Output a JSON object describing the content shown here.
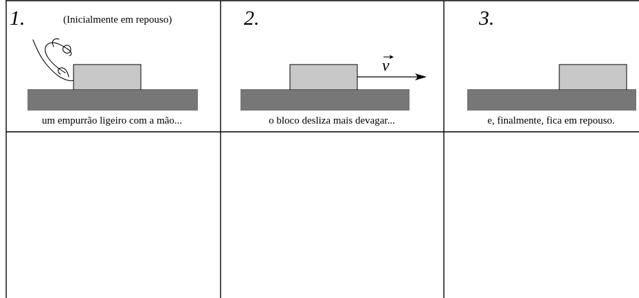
{
  "panels": [
    {
      "number": "1.",
      "note": "(Inicialmente em repouso)",
      "caption": "um empurrão ligeiro com a mão..."
    },
    {
      "number": "2.",
      "velocity_label": "v",
      "caption": "o bloco desliza mais devagar..."
    },
    {
      "number": "3.",
      "caption": "e, finalmente, fica em repouso."
    }
  ],
  "colors": {
    "block_fill": "#c8c8c8",
    "ground_fill": "#777777",
    "line": "#000000"
  }
}
